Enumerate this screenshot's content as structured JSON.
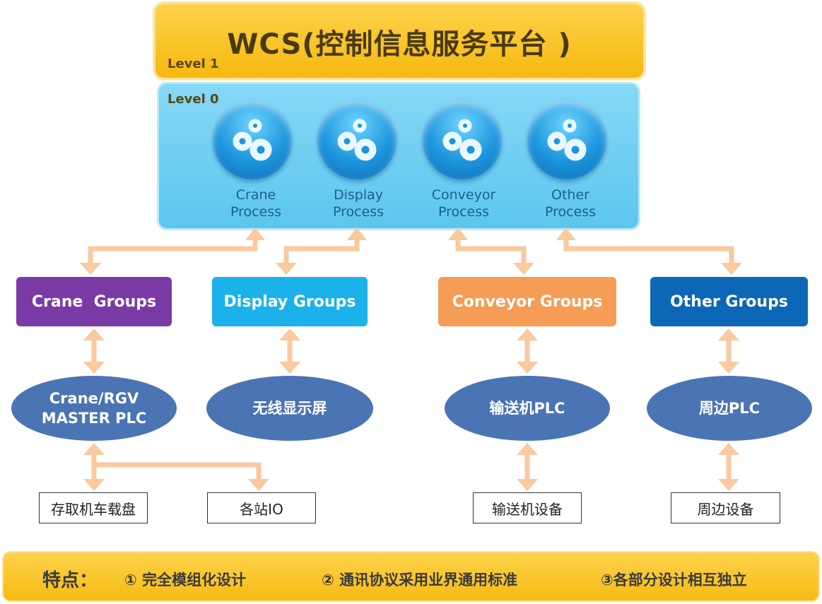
{
  "header": {
    "title": "WCS(控制信息服务平台 )",
    "level1_label": "Level 1",
    "level0_label": "Level 0"
  },
  "processes": [
    {
      "line1": "Crane",
      "line2": "Process",
      "icon": "gears-icon"
    },
    {
      "line1": "Display",
      "line2": "Process",
      "icon": "gears-icon"
    },
    {
      "line1": "Conveyor",
      "line2": "Process",
      "icon": "gears-icon"
    },
    {
      "line1": "Other",
      "line2": "Process",
      "icon": "gears-icon"
    }
  ],
  "groups": {
    "crane": "Crane  Groups",
    "display": "Display Groups",
    "conveyor": "Conveyor Groups",
    "other": "Other Groups"
  },
  "controllers": {
    "crane_line1": "Crane/RGV",
    "crane_line2": "MASTER PLC",
    "display": "无线显示屏",
    "conveyor": "输送机PLC",
    "other": "周边PLC"
  },
  "devices": [
    "存取机车载盘",
    "各站IO",
    "输送机设备",
    "周边设备"
  ],
  "features": {
    "label": "特点：",
    "items": [
      "① 完全模组化设计",
      "② 通讯协议采用业界通用标准",
      "③各部分设计相互独立"
    ]
  },
  "colors": {
    "level1": "#f5b90f",
    "level0": "#5cc6ef",
    "crane_group": "#7a3aa5",
    "display_group": "#1bb1ea",
    "conveyor_group": "#f59c55",
    "other_group": "#0d67b7",
    "controller": "#4a74b3",
    "arrow": "#f9c9a0"
  }
}
